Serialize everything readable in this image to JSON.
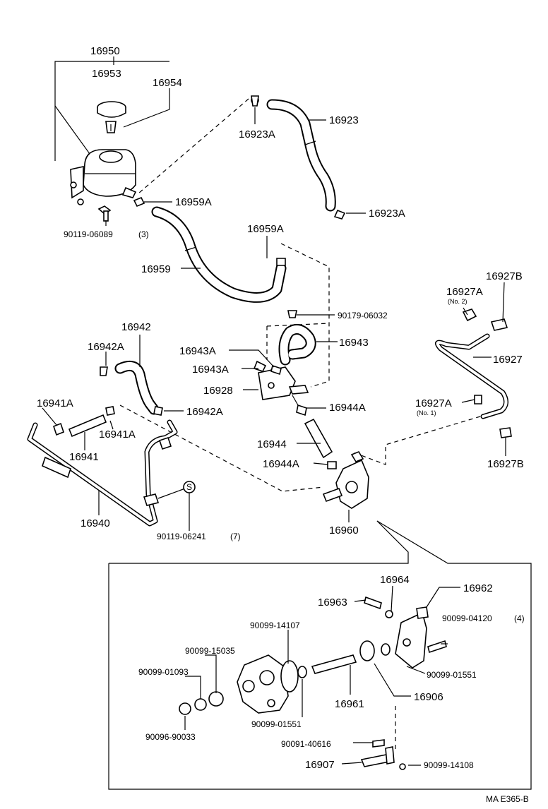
{
  "labels": {
    "p16950": "16950",
    "p16953": "16953",
    "p16954": "16954",
    "p16923": "16923",
    "p16923A_top": "16923A",
    "p16923A_bot": "16923A",
    "p16959A_a": "16959A",
    "p90119_06089": "90119-06089",
    "p90119_06089_qty": "(3)",
    "p16959A_b": "16959A",
    "p16959": "16959",
    "p16927B_top": "16927B",
    "p16927A_top": "16927A",
    "p16927A_top_note": "(No. 2)",
    "p90179_06032": "90179-06032",
    "p16942": "16942",
    "p16943": "16943",
    "p16942A_a": "16942A",
    "p16943A_a": "16943A",
    "p16927": "16927",
    "p16943A_b": "16943A",
    "p16928": "16928",
    "p16941A_a": "16941A",
    "p16942A_b": "16942A",
    "p16944A_a": "16944A",
    "p16927A_bot": "16927A",
    "p16927A_bot_note": "(No. 1)",
    "p16941A_b": "16941A",
    "p16941": "16941",
    "p16944": "16944",
    "p16944A_b": "16944A",
    "p16927B_bot": "16927B",
    "s_mark": "S",
    "p16940": "16940",
    "p16960": "16960",
    "p90119_06241": "90119-06241",
    "p90119_06241_qty": "(7)",
    "p16964": "16964",
    "p16962": "16962",
    "p16963": "16963",
    "p90099_14107": "90099-14107",
    "p90099_04120": "90099-04120",
    "p90099_04120_qty": "(4)",
    "p90099_15035": "90099-15035",
    "p90099_01093": "90099-01093",
    "p90099_01551_r": "90099-01551",
    "p16961": "16961",
    "p16906": "16906",
    "p90096_90033": "90096-90033",
    "p90099_01551_b": "90099-01551",
    "p90091_40616": "90091-40616",
    "p16907": "16907",
    "p90099_14108": "90099-14108",
    "ref_code": "MA E365-B"
  }
}
